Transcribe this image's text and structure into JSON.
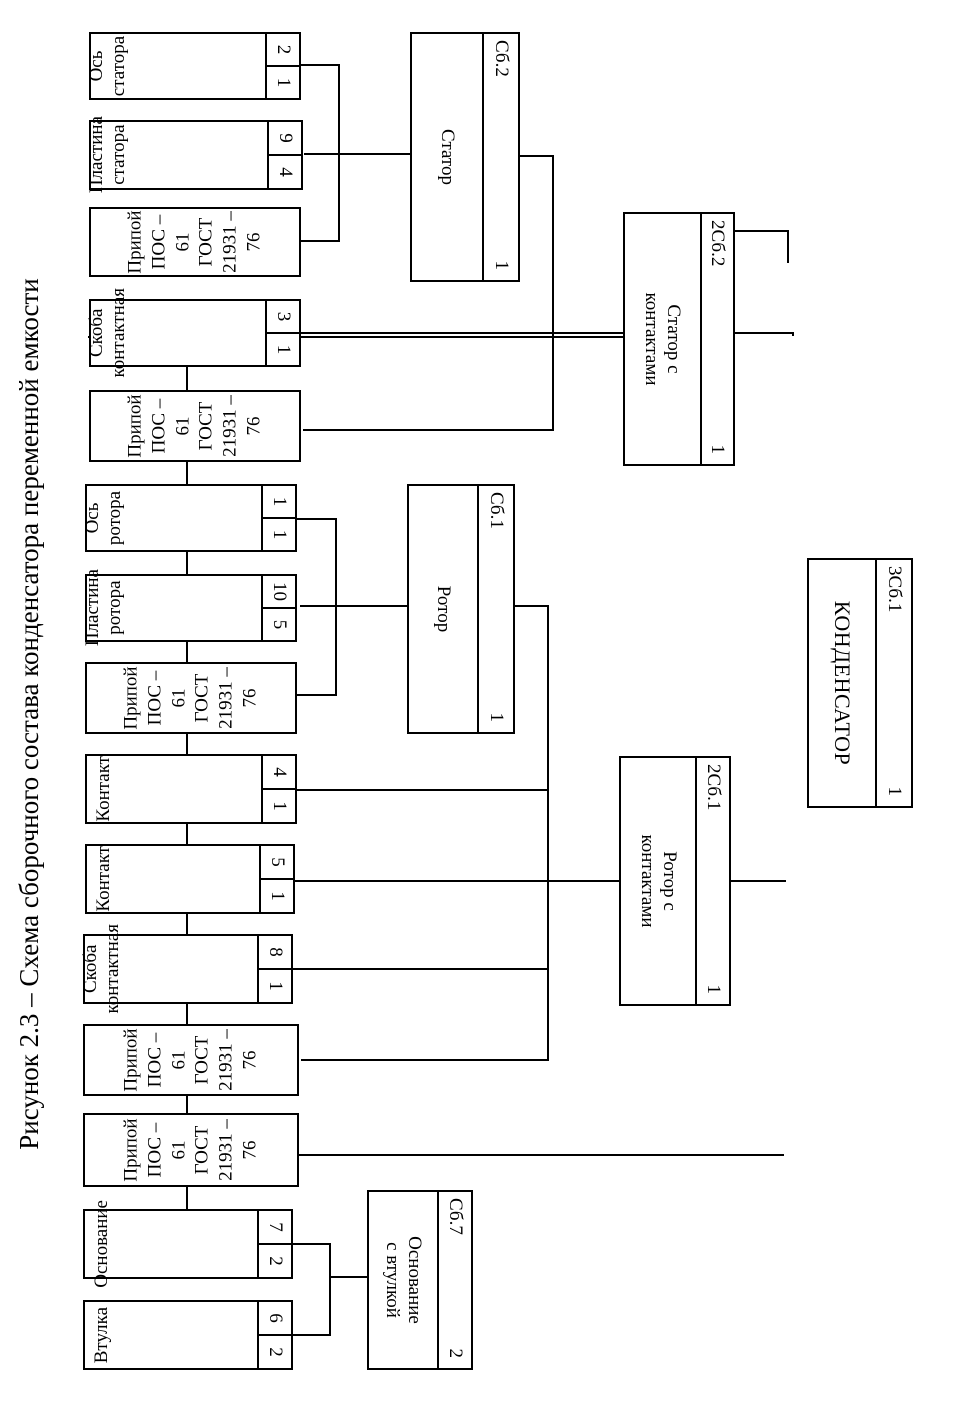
{
  "root": {
    "code": "3Сб.1",
    "qty": "1",
    "name": "КОНДЕНСАТОР"
  },
  "assemblies": {
    "stator_contacts": {
      "code": "2Сб.2",
      "qty": "1",
      "name_line1": "Статор с",
      "name_line2": "контактами"
    },
    "rotor_contacts": {
      "code": "2Сб.1",
      "qty": "1",
      "name_line1": "Ротор с",
      "name_line2": "контактами"
    },
    "stator": {
      "code": "Сб.2",
      "qty": "1",
      "name": "Статор"
    },
    "rotor": {
      "code": "Сб.1",
      "qty": "1",
      "name": "Ротор"
    },
    "base": {
      "code": "Сб.7",
      "qty": "2",
      "name_line1": "Основание",
      "name_line2": "с втулкой"
    }
  },
  "parts": {
    "stator_axis": {
      "a": "2",
      "b": "1",
      "name": "Ось статора"
    },
    "stator_plate": {
      "a": "9",
      "b": "4",
      "name": "Пластина статора"
    },
    "stator_bracket": {
      "a": "3",
      "b": "1",
      "name": "Скоба контактная"
    },
    "rotor_axis": {
      "a": "1",
      "b": "1",
      "name": "Ось ротора"
    },
    "rotor_plate": {
      "a": "10",
      "b": "5",
      "name": "Пластина ротора"
    },
    "contact_4": {
      "a": "4",
      "b": "1",
      "name": "Контакт"
    },
    "contact_5": {
      "a": "5",
      "b": "1",
      "name": "Контакт"
    },
    "rotor_bracket": {
      "a": "8",
      "b": "1",
      "name": "Скоба контактная"
    },
    "base_part": {
      "a": "7",
      "b": "2",
      "name": "Основание"
    },
    "bushing": {
      "a": "6",
      "b": "2",
      "name": "Втулка"
    }
  },
  "materials": {
    "solder_stator": {
      "line1": "Припой ПОС – 61",
      "line2": "ГОСТ 21931 – 76"
    },
    "solder_stator_contacts": {
      "line1": "Припой ПОС – 61",
      "line2": "ГОСТ 21931 – 76"
    },
    "solder_rotor": {
      "line1": "Припой ПОС – 61",
      "line2": "ГОСТ 21931 – 76"
    },
    "solder_rotor_contacts": {
      "line1": "Припой ПОС – 61",
      "line2": "ГОСТ 21931 – 76"
    },
    "solder_root": {
      "line1": "Припой ПОС – 61",
      "line2": "ГОСТ 21931 – 76"
    }
  },
  "caption": "Рисунок 2.3 – Схема сборочного состава конденсатора переменной емкости"
}
